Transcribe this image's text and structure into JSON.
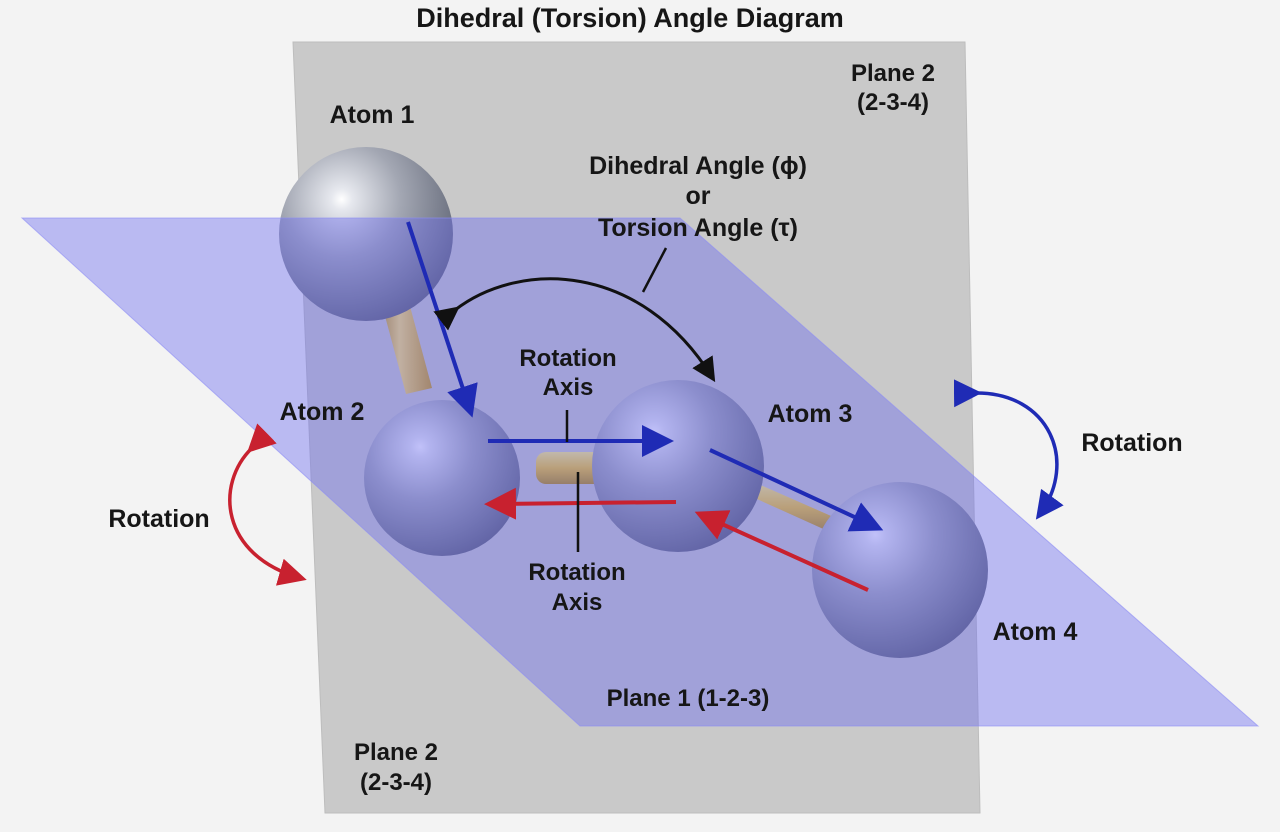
{
  "title": "Dihedral (Torsion) Angle Diagram",
  "atoms": {
    "atom1": "Atom 1",
    "atom2": "Atom 2",
    "atom3": "Atom 3",
    "atom4": "Atom 4"
  },
  "planes": {
    "plane2_top_line1": "Plane 2",
    "plane2_top_line2": "(2-3-4)",
    "plane2_bottom_line1": "Plane 2",
    "plane2_bottom_line2": "(2-3-4)",
    "plane1": "Plane 1 (1-2-3)"
  },
  "dihedral": {
    "line1": "Dihedral Angle (ϕ)",
    "line2": "or",
    "line3": "Torsion Angle (τ)"
  },
  "rotation_axis_top": {
    "line1": "Rotation",
    "line2": "Axis"
  },
  "rotation_axis_bottom": {
    "line1": "Rotation",
    "line2": "Axis"
  },
  "rotation_left": "Rotation",
  "rotation_right": "Rotation",
  "colors": {
    "background": "#f3f3f3",
    "plane2": "#c9c9c9",
    "plane1": "#6b6bf0",
    "atom": "#9fa4b0",
    "bond": "#f2c625",
    "arrow_blue": "#1f2bb5",
    "arrow_red": "#c8212f",
    "text": "#161616"
  }
}
